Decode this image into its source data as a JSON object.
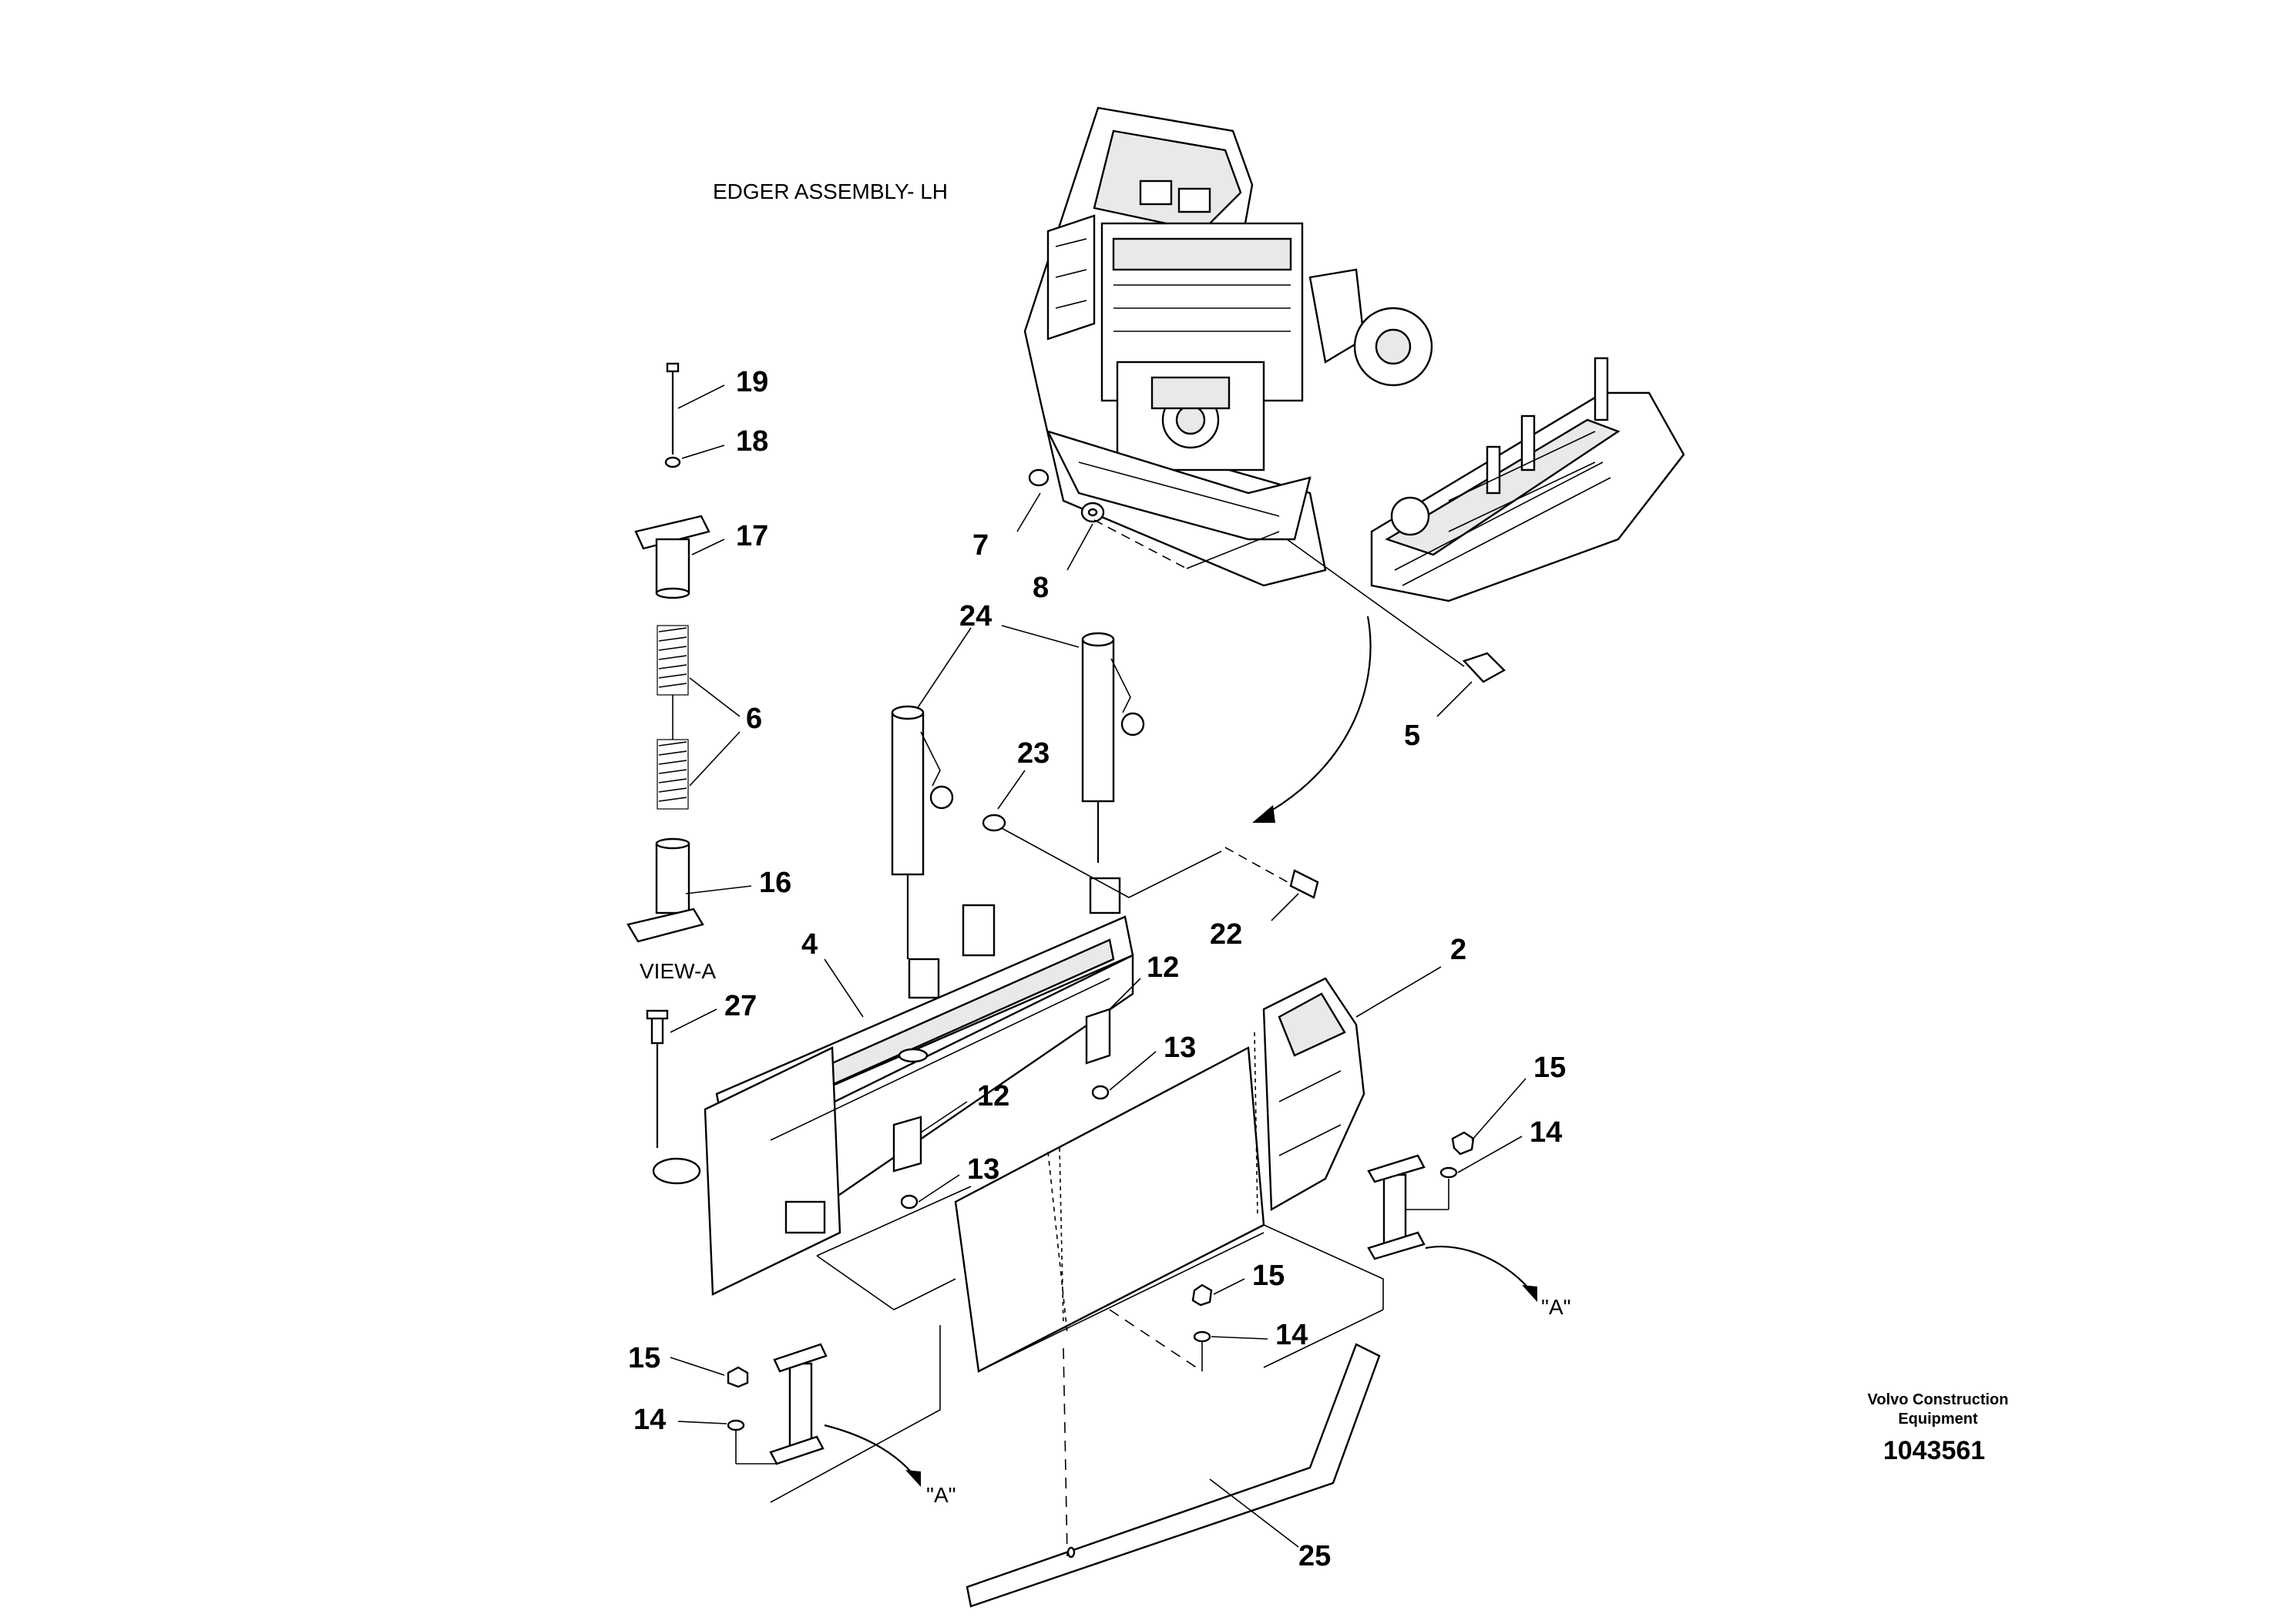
{
  "drawing": {
    "title": "EDGER ASSEMBLY- LH",
    "view_label": "VIEW-A",
    "view_refs": [
      "\"A\"",
      "\"A\""
    ],
    "brand_line1": "Volvo Construction",
    "brand_line2": "Equipment",
    "document_number": "1043561"
  },
  "callouts": [
    "19",
    "18",
    "17",
    "6",
    "16",
    "27",
    "4",
    "24",
    "23",
    "12",
    "12",
    "13",
    "13",
    "7",
    "8",
    "5",
    "22",
    "2",
    "15",
    "14",
    "15",
    "14",
    "15",
    "14",
    "25"
  ],
  "icons": {
    "frame": "screed-frame-drawing",
    "edger": "edger-plate-drawing",
    "spring": "spring-drawing",
    "jack": "screw-jack-drawing"
  }
}
